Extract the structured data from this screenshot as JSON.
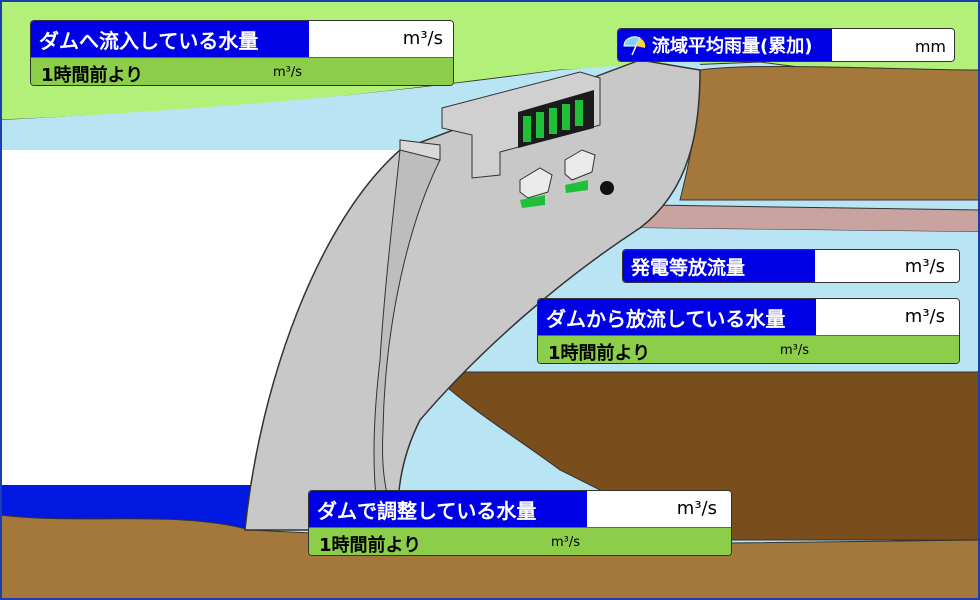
{
  "colors": {
    "sky": "#b8e4f4",
    "grass": "#b3f07a",
    "water_white": "#ffffff",
    "river_blue": "#0018e0",
    "ground": "#a3783a",
    "ground_dark": "#7a4e1c",
    "dam": "#c8c8c8",
    "label_blue": "#0000e6",
    "sub_green": "#8ccd4a"
  },
  "inflow": {
    "label": "ダムへ流入している水量",
    "value": "",
    "unit": "m³/s",
    "sub_label": "1時間前より",
    "sub_value": "",
    "sub_unit": "m³/s"
  },
  "rainfall": {
    "icon": "umbrella-icon",
    "label": "流域平均雨量(累加)",
    "value": "",
    "unit": "mm"
  },
  "power": {
    "label": "発電等放流量",
    "value": "",
    "unit": "m³/s"
  },
  "outflow": {
    "label": "ダムから放流している水量",
    "value": "",
    "unit": "m³/s",
    "sub_label": "1時間前より",
    "sub_value": "",
    "sub_unit": "m³/s"
  },
  "regulated": {
    "label": "ダムで調整している水量",
    "value": "",
    "unit": "m³/s",
    "sub_label": "1時間前より",
    "sub_value": "",
    "sub_unit": "m³/s"
  }
}
